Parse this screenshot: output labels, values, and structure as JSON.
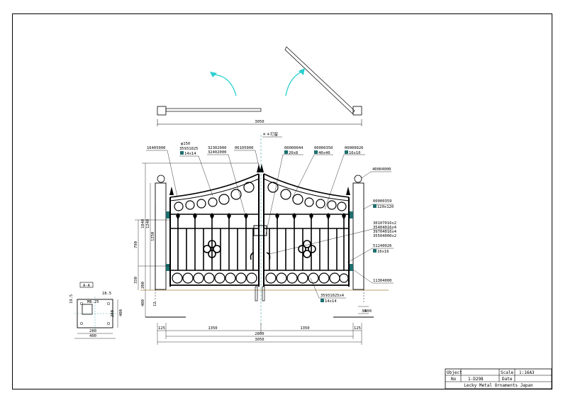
{
  "title_block": {
    "object_label": "Object",
    "no_label": "No",
    "drawing_no": "1-D298",
    "scale_label": "Scale",
    "scale_value": "1:16A3",
    "date_label": "Date",
    "company": "Lecky Metal Ornaments Japan"
  },
  "plan_view": {
    "total_width": "3050"
  },
  "elevation": {
    "top_note": "＊＊打留",
    "callouts_top": [
      {
        "code": "16405000"
      },
      {
        "code": "φ150",
        "code2": "35931025",
        "size": "14x14"
      },
      {
        "code": "32302000",
        "code2": "32402000"
      },
      {
        "code": "06105000"
      },
      {
        "code": "00000044",
        "size": "20x8"
      },
      {
        "code": "00000350",
        "size": "40x40"
      },
      {
        "code": "00000026",
        "size": "16x16"
      }
    ],
    "callouts_right": [
      {
        "code": "40004000"
      },
      {
        "code": "00000359",
        "size": "120x120"
      },
      {
        "code": "30107016x2",
        "code2": "35404016x4",
        "code3": "39704016x4",
        "code4": "35504000x2"
      },
      {
        "code": "51240026",
        "size": "16x16"
      },
      {
        "code": "11304000"
      }
    ],
    "callout_bottom": {
      "code": "35931025x4",
      "size": "14x14"
    },
    "dims_left": [
      "1840",
      "1240",
      "1250",
      "790",
      "330",
      "200",
      "400",
      "12"
    ],
    "dims_bottom": {
      "post_left": "125",
      "leaf_left": "1350",
      "leaf_right": "1350",
      "post_right": "125",
      "opening": "2800",
      "overall": "3050"
    },
    "dims_footing_right": [
      "30",
      "400"
    ]
  },
  "section_aa": {
    "label": "A-A",
    "dims": [
      "18.5",
      "19.5",
      "M8.25",
      "280",
      "400",
      "280",
      "400"
    ]
  }
}
